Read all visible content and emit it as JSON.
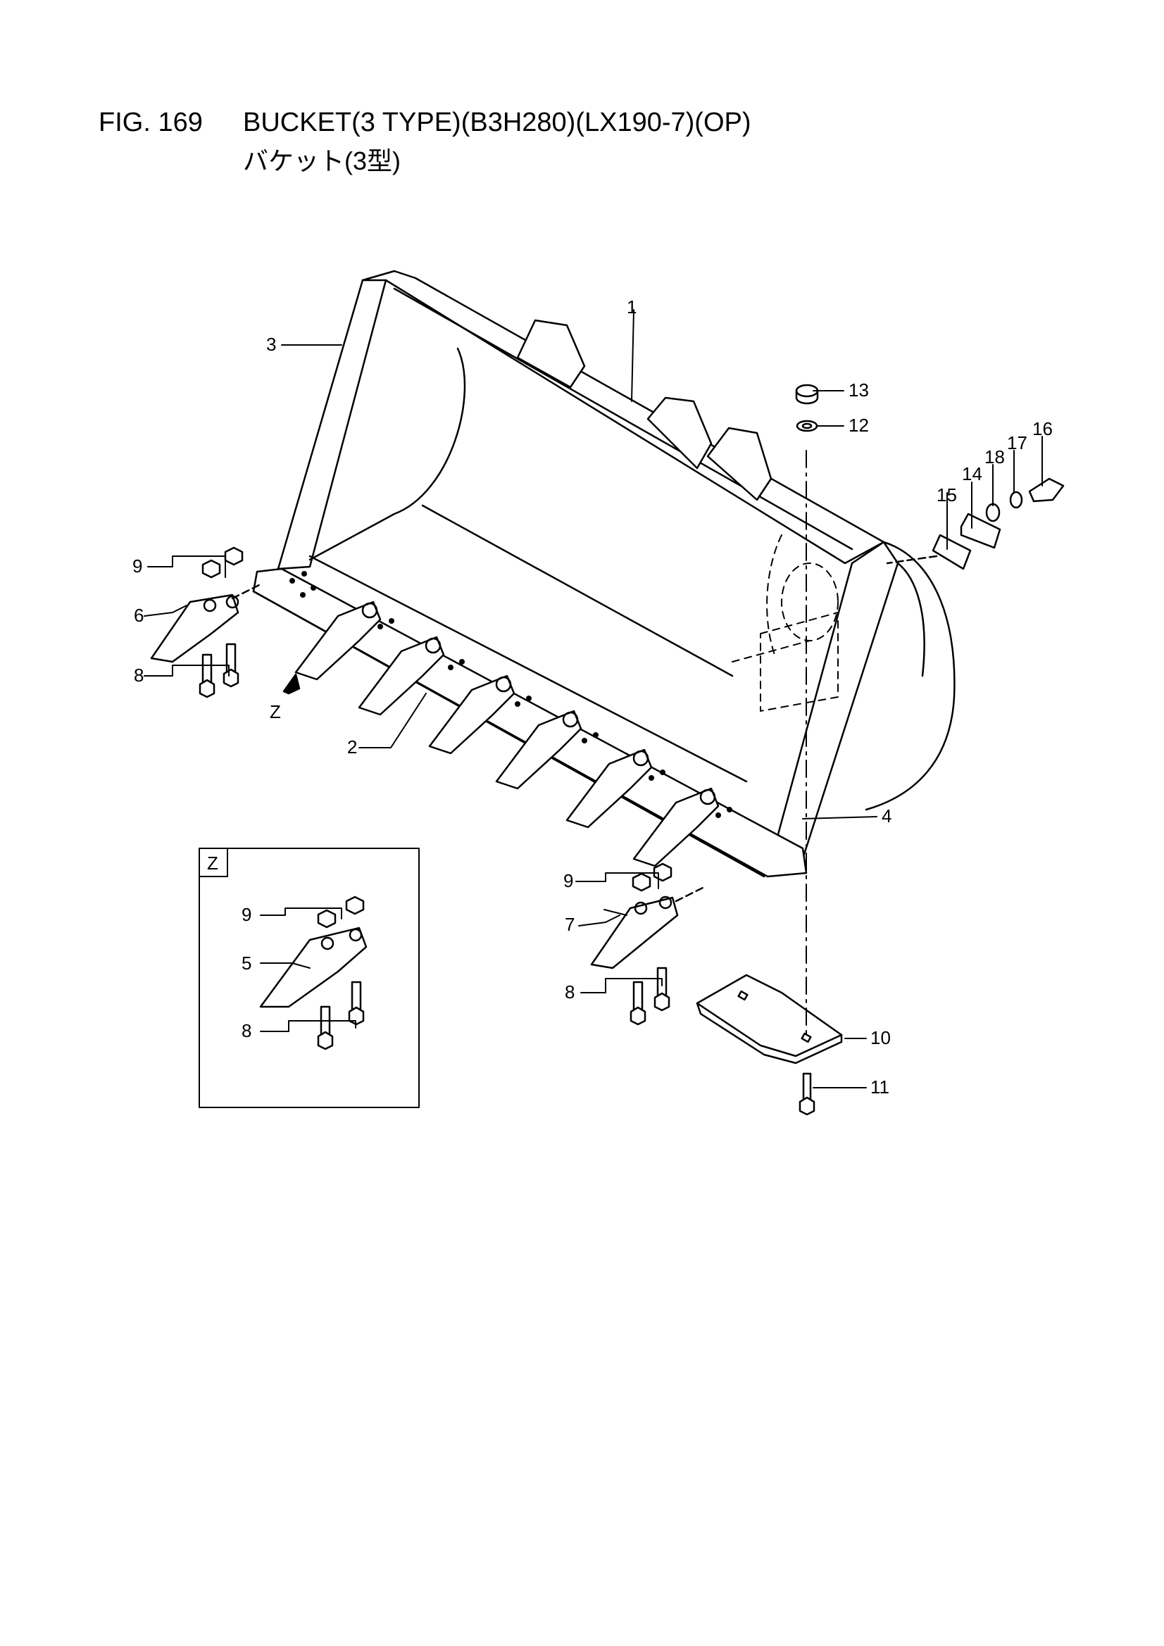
{
  "figure": {
    "number": "FIG. 169",
    "title": "BUCKET(3 TYPE)(B3H280)(LX190-7)(OP)",
    "subtitle": "バケット(3型)"
  },
  "view_marker": "Z",
  "detail_box": {
    "label": "Z"
  },
  "callouts": {
    "p1": "1",
    "p2": "2",
    "p3": "3",
    "p4": "4",
    "p5": "5",
    "p6": "6",
    "p7": "7",
    "p8a": "8",
    "p8b": "8",
    "p8c": "8",
    "p9a": "9",
    "p9b": "9",
    "p9c": "9",
    "p10": "10",
    "p11": "11",
    "p12": "12",
    "p13": "13",
    "p14": "14",
    "p15": "15",
    "p16": "16",
    "p17": "17",
    "p18": "18"
  }
}
